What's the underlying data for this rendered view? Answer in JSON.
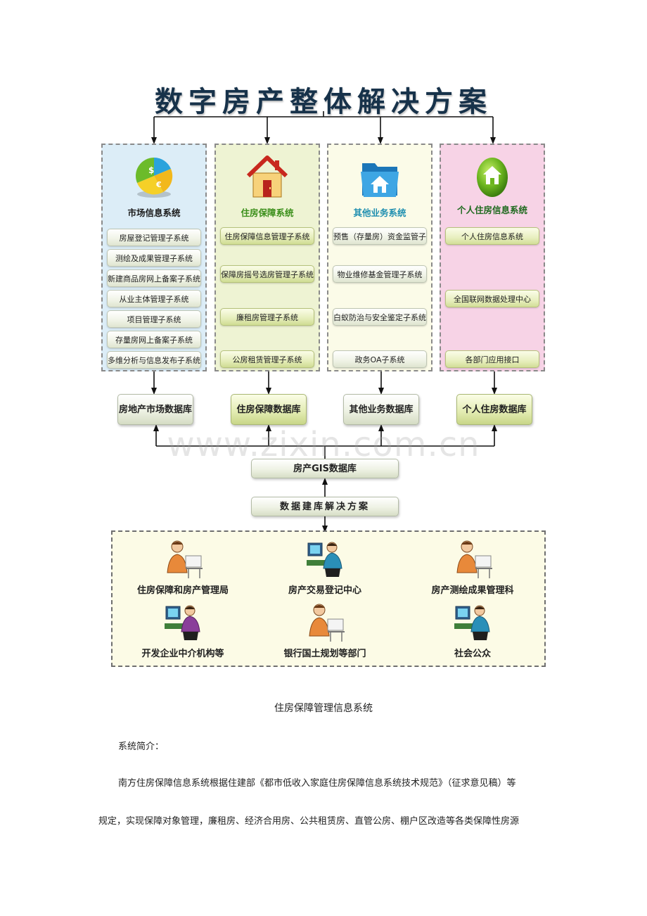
{
  "title": "数字房产整体解决方案",
  "colors": {
    "title": "#17324a",
    "market_bg": "#dcedf7",
    "housing_bg": "#eef3d3",
    "other_bg": "#fbfbe8",
    "personal_bg": "#f7d3e6",
    "users_bg": "#fcfbe6",
    "market_title": "#1a1a1a",
    "housing_title": "#3b8f1a",
    "other_title": "#1f8fb0",
    "personal_title": "#1f6a1f"
  },
  "systems": [
    {
      "title": "市场信息系统",
      "icon": "pie-chart-icon",
      "items": [
        "房屋登记管理子系统",
        "测绘及成果管理子系统",
        "新建商品房网上备案子系统",
        "从业主体管理子系统",
        "项目管理子系统",
        "存量房网上备案子系统",
        "多维分析与信息发布子系统"
      ]
    },
    {
      "title": "住房保障系统",
      "icon": "house-icon",
      "items": [
        "住房保障信息管理子系统",
        "保障房摇号选房管理子系统",
        "廉租房管理子系统",
        "公房租赁管理子系统"
      ]
    },
    {
      "title": "其他业务系统",
      "icon": "folder-home-icon",
      "items": [
        "预售（存量房）资金监管子系统",
        "物业维修基金管理子系统",
        "白蚁防治与安全鉴定子系统",
        "政务OA子系统"
      ]
    },
    {
      "title": "个人住房信息系统",
      "icon": "home-orb-icon",
      "items": [
        "个人住房信息系统",
        "全国联网数据处理中心",
        "各部门应用接口"
      ]
    }
  ],
  "databases": [
    "房地产市场数据库",
    "住房保障数据库",
    "其他业务数据库",
    "个人住房数据库"
  ],
  "gis_db": "房产GIS数据库",
  "db_solution": "数据建库解决方案",
  "users": [
    "住房保障和房产管理局",
    "房产交易登记中心",
    "房产测绘成果管理科",
    "开发企业中介机构等",
    "银行国土规划等部门",
    "社会公众"
  ],
  "watermark": "www.zixin.com.cn",
  "caption": "住房保障管理信息系统",
  "intro_heading": "系统简介：",
  "paragraph_line1": "南方住房保障信息系统根据住建部《都市低收入家庭住房保障信息系统技术规范》（征求意见稿）等",
  "paragraph_line2": "规定，实现保障对象管理，廉租房、经济合用房、公共租赁房、直管公房、棚户区改造等各类保障性房源"
}
